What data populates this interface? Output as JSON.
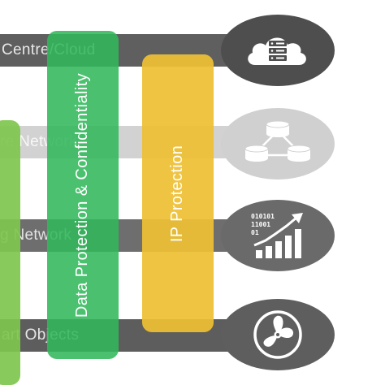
{
  "bands": {
    "data_centre": "Centre/Cloud",
    "core_network": "re Network",
    "access_network": "g Network",
    "smart_objects": "art Objects"
  },
  "pillars": {
    "data_protection": "Data Protection & Confidentiality",
    "ip_protection": "IP Protection"
  },
  "icons": {
    "data_centre": "cloud-server-icon",
    "core_network": "network-nodes-icon",
    "access_network": "binary-growth-chart-icon",
    "smart_objects": "fan-icon"
  },
  "colors": {
    "device_pillar": "#7ec74e",
    "data_pillar": "#32b85c",
    "ip_pillar": "#eec034",
    "dark_band": "#5f5f5f",
    "light_band": "#d2d2d2"
  }
}
